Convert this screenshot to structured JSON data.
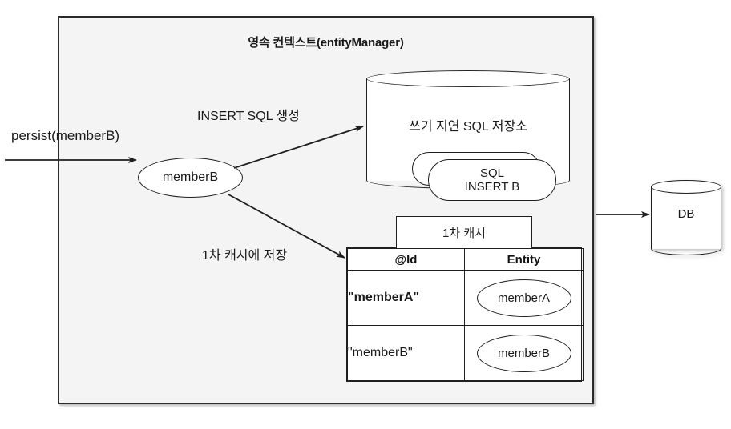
{
  "diagram": {
    "container": {
      "title": "영속 컨텍스트(entityManager)"
    },
    "labels": {
      "persist_call": "persist(memberB)",
      "insert_sql_generate": "INSERT SQL 생성",
      "store_in_first_level_cache": "1차 캐시에 저장"
    },
    "entity_node": {
      "label": "memberB"
    },
    "sql_store": {
      "title": "쓰기 지연 SQL 저장소",
      "pills": [
        {
          "line1": "",
          "line2": ""
        },
        {
          "line1": "SQL",
          "line2": "INSERT B"
        }
      ]
    },
    "first_level_cache": {
      "tab_label": "1차 캐시",
      "columns": [
        "@Id",
        "Entity"
      ],
      "rows": [
        {
          "id": "\"memberA\"",
          "entity": "memberA",
          "id_bold": true
        },
        {
          "id": "\"memberB\"",
          "entity": "memberB",
          "id_bold": false
        }
      ]
    },
    "database": {
      "label": "DB"
    },
    "arrows": [
      {
        "name": "persist-arrow",
        "from": "external",
        "to": "memberB"
      },
      {
        "name": "insert-sql-arrow",
        "from": "memberB",
        "to": "sql-store"
      },
      {
        "name": "cache-store-arrow",
        "from": "memberB",
        "to": "first-level-cache"
      },
      {
        "name": "flush-to-db-arrow",
        "from": "persistence-context",
        "to": "database"
      }
    ],
    "colors": {
      "container_fill": "#f4f4f4",
      "stroke": "#1f1f1f",
      "shape_fill": "#ffffff",
      "text": "#1a1a1a",
      "page_background": "#ffffff"
    }
  }
}
